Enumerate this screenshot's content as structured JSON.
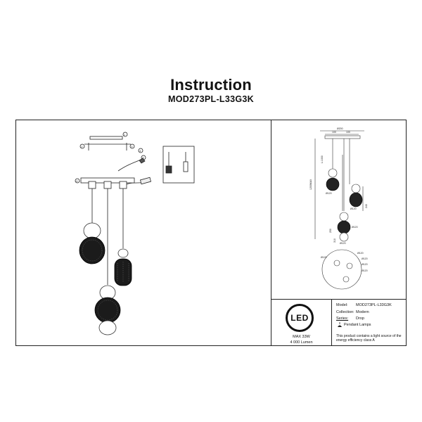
{
  "header": {
    "title": "Instruction",
    "model_code": "MOD273PL-L33G3K"
  },
  "assembly_callouts": [
    "1",
    "2",
    "3",
    "4",
    "5",
    "6"
  ],
  "dimensions": {
    "canopy_width": "Ø200",
    "spacing_a": "100",
    "spacing_b": "100",
    "total_height": "1200MAX",
    "cable_length": "L:1000",
    "shade_diameter": "Ø120",
    "shade_height": "240",
    "shade_diameter_2": "Ø120",
    "drop_1": "250",
    "drop_2": "310",
    "shade_diameter_3": "Ø120",
    "shade_diameter_4": "Ø120",
    "plan_diameters": [
      "Ø120",
      "Ø120",
      "Ø120",
      "Ø120",
      "Ø120"
    ]
  },
  "badge": {
    "led_text": "LED",
    "power": "MAX 33W",
    "lumen": "4 000 Lumen"
  },
  "specs": {
    "model_label": "Model:",
    "model_value": "MOD273PL-L33G3K",
    "collection_label": "Collection:",
    "collection_value": "Modern",
    "series_label": "Series:",
    "series_value": "Drop",
    "type_value": "Pendant Lamps",
    "note": "This product contains a light source of the energy efficiency class A"
  }
}
